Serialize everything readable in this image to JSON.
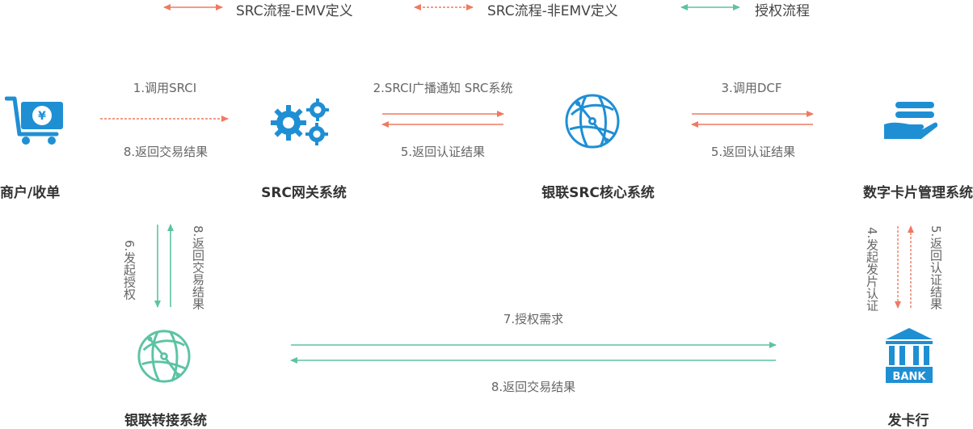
{
  "legend": {
    "emv": "SRC流程-EMV定义",
    "non_emv": "SRC流程-非EMV定义",
    "auth": "授权流程"
  },
  "nodes": {
    "merchant": "商户/收单",
    "src_gateway": "SRC网关系统",
    "unionpay_src": "银联SRC核心系统",
    "dcf": "数字卡片管理系统",
    "unionpay_switch": "银联转接系统",
    "issuer": "发卡行",
    "bank_sign": "BANK"
  },
  "edges": {
    "e1": "1.调用SRCI",
    "e8a": "8.返回交易结果",
    "e2": "2.SRCI广播通知 SRC系统",
    "e5a": "5.返回认证结果",
    "e3": "3.调用DCF",
    "e5b": "5.返回认证结果",
    "e6": "6.发起授权",
    "e8b": "8.返回交易结果",
    "e4": "4.发起发片认证",
    "e5c": "5.返回认证结果",
    "e7": "7.授权需求",
    "e8c": "8.返回交易结果"
  },
  "colors": {
    "emv": "#ef7a61",
    "auth": "#5cc3a3",
    "icon_blue": "#1f8fd4",
    "icon_teal": "#5cc3a3"
  }
}
